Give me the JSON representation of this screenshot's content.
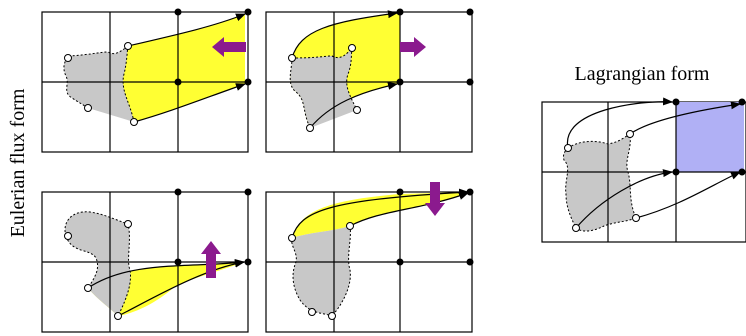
{
  "labels": {
    "eulerian": "Eulerian flux form",
    "lagrangian": "Lagrangian form"
  },
  "colors": {
    "swept_area": "#ffff33",
    "blob": "#c8c8c8",
    "target_cell": "#b0b0f5",
    "arrow": "#8b1a8e",
    "grid": "#000000"
  },
  "panels": [
    {
      "id": "panel-top-left",
      "direction": "left"
    },
    {
      "id": "panel-top-right",
      "direction": "right"
    },
    {
      "id": "panel-bottom-left",
      "direction": "up"
    },
    {
      "id": "panel-bottom-right",
      "direction": "down"
    },
    {
      "id": "panel-lagrangian"
    }
  ]
}
